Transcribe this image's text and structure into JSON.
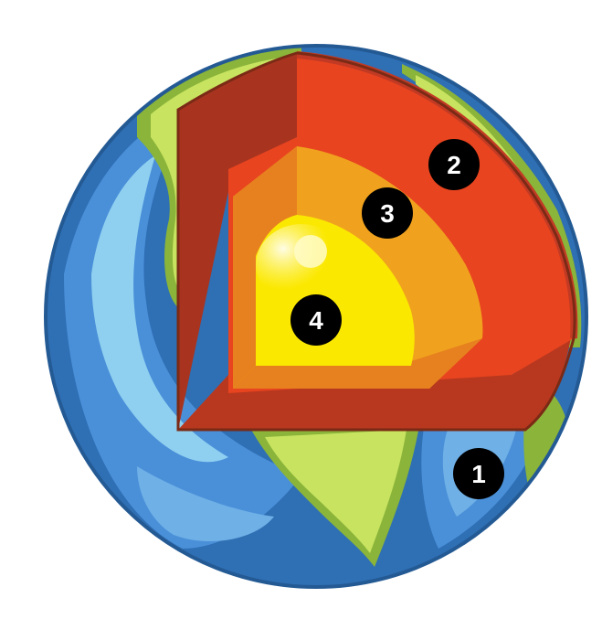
{
  "diagram": {
    "subject": "earth-layers-cutaway",
    "colors": {
      "ocean_deep": "#2f6fb4",
      "ocean": "#4a90d9",
      "ocean_light": "#8fd0f0",
      "land": "#c7e35f",
      "land_edge": "#8ab43a",
      "crust": "#c23a24",
      "mantle": "#e8441f",
      "outer_core": "#f0a21e",
      "inner_core": "#fbe800",
      "inner_core_highlight": "#fffbc8",
      "marker_fill": "#000000",
      "marker_text": "#ffffff"
    },
    "markers": [
      {
        "id": "marker-1",
        "label": "1"
      },
      {
        "id": "marker-2",
        "label": "2"
      },
      {
        "id": "marker-3",
        "label": "3"
      },
      {
        "id": "marker-4",
        "label": "4"
      }
    ]
  }
}
